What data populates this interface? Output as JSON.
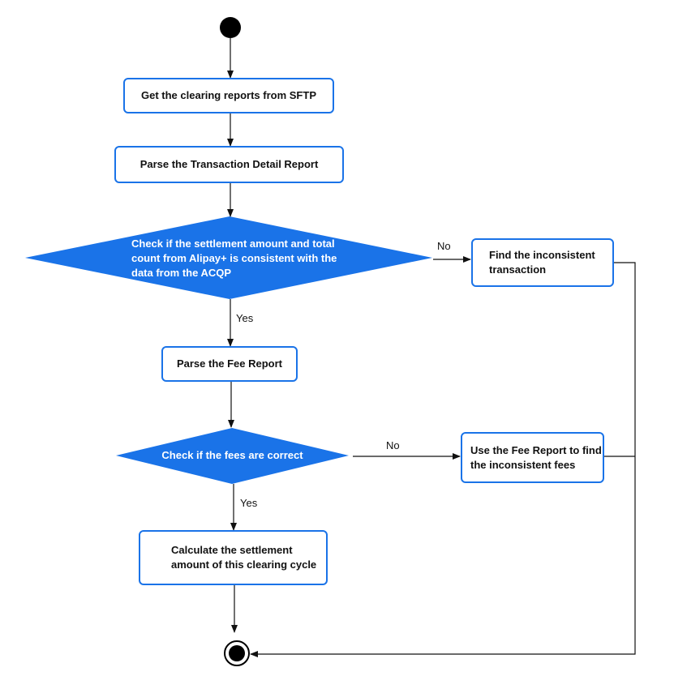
{
  "colors": {
    "accent": "#1a73e8",
    "line": "#111111",
    "text": "#111111",
    "decision_text": "#ffffff"
  },
  "nodes": {
    "get_reports": "Get the clearing reports from SFTP",
    "parse_tdr": "Parse the Transaction Detail Report",
    "check_settlement": "Check if the settlement amount and total\ncount from Alipay+ is consistent with the\ndata from the ACQP",
    "find_inconsistent_txn": "Find the inconsistent\ntransaction",
    "parse_fee": "Parse the Fee Report",
    "check_fees": "Check if the fees are correct",
    "use_fee_report": "Use the Fee Report to find\nthe inconsistent fees",
    "calculate": "Calculate the settlement\namount of this clearing cycle"
  },
  "edges": {
    "no_1": "No",
    "yes_1": "Yes",
    "no_2": "No",
    "yes_2": "Yes"
  }
}
